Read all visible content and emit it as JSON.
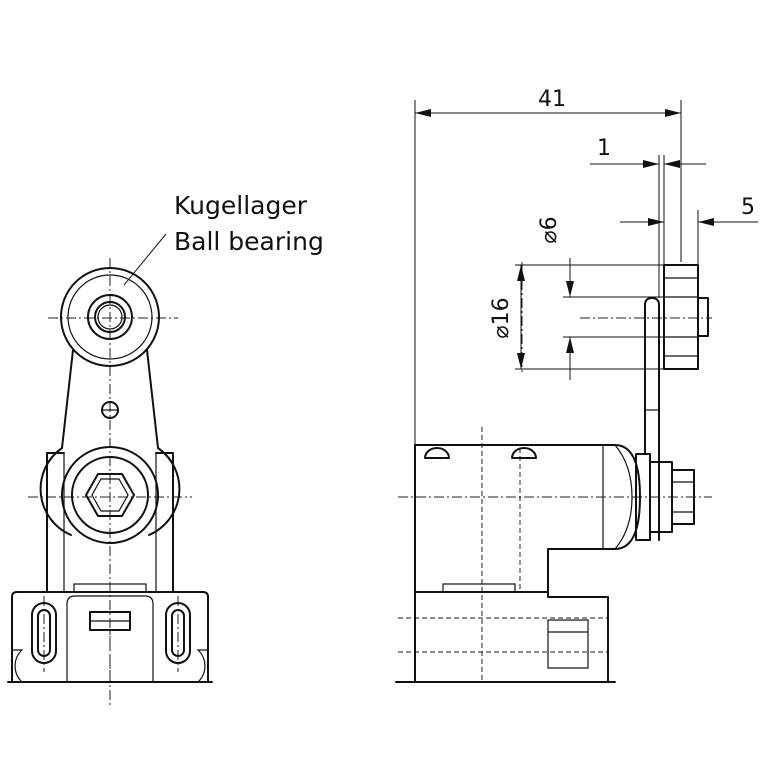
{
  "labels": {
    "ball_bearing_de": "Kugellager",
    "ball_bearing_en": "Ball bearing"
  },
  "dimensions": {
    "overall_length": "41",
    "offset_1": "1",
    "offset_5": "5",
    "diameter_6": "⌀6",
    "diameter_16": "⌀16"
  },
  "colors": {
    "line": "#111111",
    "background": "#ffffff"
  }
}
